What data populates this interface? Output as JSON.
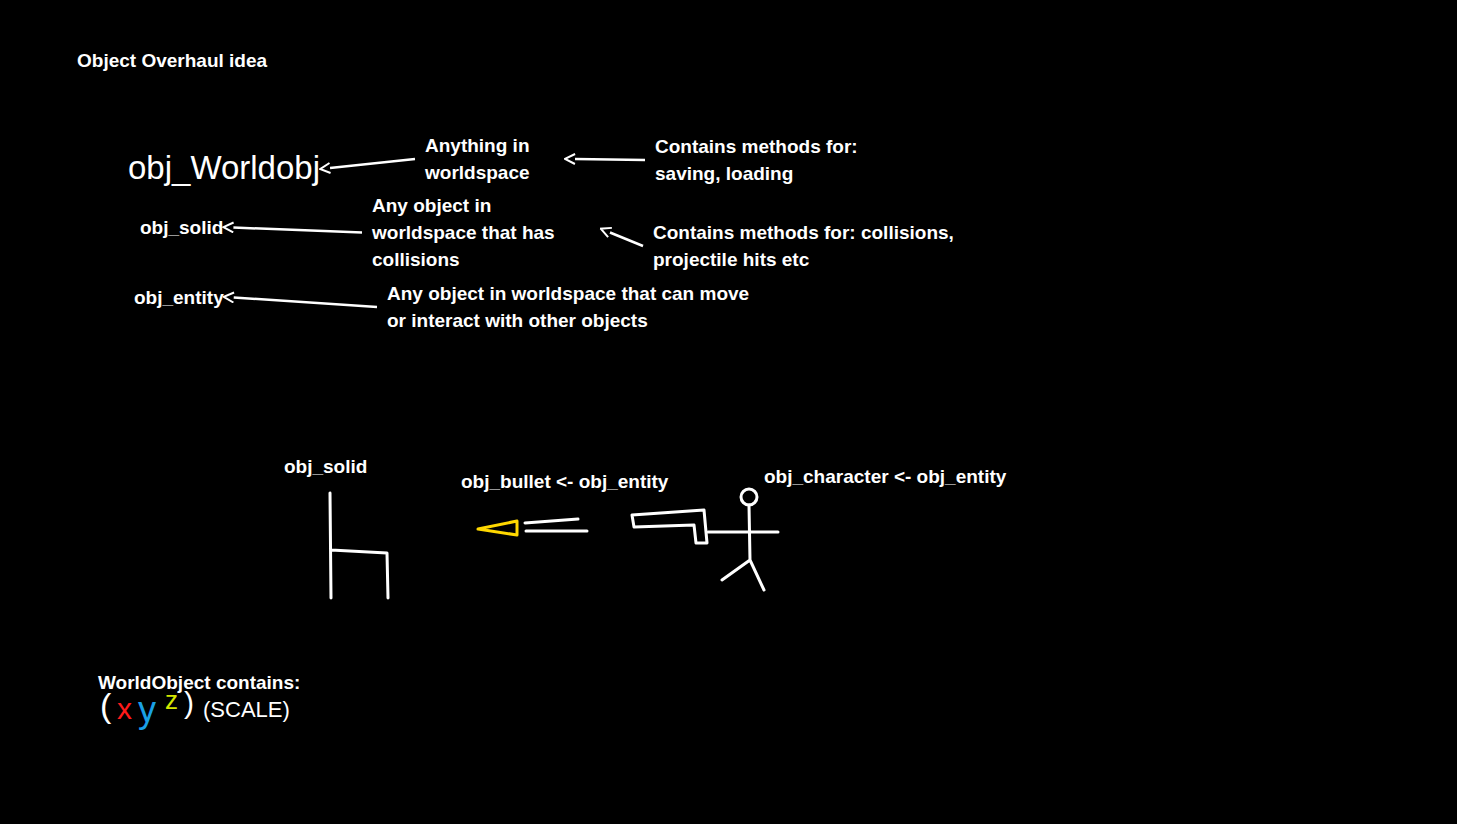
{
  "diagram": {
    "title": "Object Overhaul idea",
    "nodes": [
      {
        "text": [
          "obj_Worldobj"
        ]
      },
      {
        "text": [
          "Anything in worldspace"
        ]
      },
      {
        "text": [
          "Contains methods for: saving, loading"
        ]
      },
      {
        "text": [
          "obj_solid"
        ]
      },
      {
        "text": [
          "Any object in worldspace that has collisions"
        ]
      },
      {
        "text": [
          "Contains methods for: collisions, projectile hits etc"
        ]
      },
      {
        "text": [
          "obj_entity"
        ]
      },
      {
        "text": [
          "Any object in worldspace that can move or interact with other objects"
        ]
      }
    ],
    "edges": [
      {
        "from": 1,
        "to": 0,
        "arrow": "to"
      },
      {
        "from": 2,
        "to": 1,
        "arrow": "to"
      },
      {
        "from": 4,
        "to": 3,
        "arrow": "to"
      },
      {
        "from": 5,
        "to": 4,
        "arrow": "to"
      },
      {
        "from": 7,
        "to": 6,
        "arrow": "to"
      }
    ],
    "labels": [
      "obj_solid",
      "obj_bullet <- obj_entity",
      "obj_character <- obj_entity",
      "WorldObject contains:",
      "(",
      "x",
      "y",
      "z",
      ")",
      "(SCALE)"
    ]
  }
}
